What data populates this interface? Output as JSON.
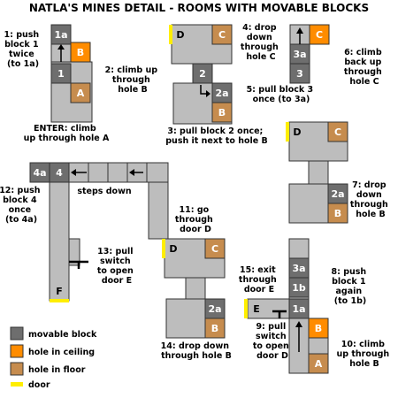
{
  "title": "NATLA'S MINES DETAIL - ROOMS WITH MOVABLE BLOCKS",
  "colors": {
    "room": "#bdbdbd",
    "movable_block": "#6e6e6e",
    "hole_in_ceiling": "#ff8c00",
    "hole_in_floor": "#c68c4e",
    "door": "#ffee00"
  },
  "cells": {
    "r1_1a": "1a",
    "r1_1": "1",
    "r1_B": "B",
    "r1_A": "A",
    "r2_D": "D",
    "r2_C": "C",
    "r2_2": "2",
    "r2_2a": "2a",
    "r2_B": "B",
    "r3_3a": "3a",
    "r3_3": "3",
    "r3_C": "C",
    "r4_4a": "4a",
    "r4_4": "4",
    "r4_F": "F",
    "r5_D": "D",
    "r5_C": "C",
    "r5_2a": "2a",
    "r5_B": "B",
    "r6_D": "D",
    "r6_C": "C",
    "r6_2a": "2a",
    "r6_B": "B",
    "r7_3a": "3a",
    "r7_1b": "1b",
    "r7_1a": "1a",
    "r7_E": "E",
    "r7_B": "B",
    "r7_A": "A"
  },
  "annotations": {
    "n1": [
      "1: push",
      "block 1",
      "twice",
      "(to 1a)"
    ],
    "n2": [
      "2: climb up",
      "through",
      "hole B"
    ],
    "enter": [
      "ENTER: climb",
      "up through hole A"
    ],
    "n3": [
      "3: pull block 2 once;",
      "push it next to hole B"
    ],
    "n4": [
      "4: drop",
      "down",
      "through",
      "hole C"
    ],
    "n5": [
      "5: pull block 3",
      "once (to 3a)"
    ],
    "n6": [
      "6: climb",
      "back up",
      "through",
      "hole C"
    ],
    "n7": [
      "7: drop",
      "down",
      "through",
      "hole B"
    ],
    "n8": [
      "8: push",
      "block 1",
      "again",
      "(to 1b)"
    ],
    "n9": [
      "9: pull",
      "switch",
      "to open",
      "door D"
    ],
    "n10": [
      "10: climb",
      "up through",
      "hole B"
    ],
    "n11": [
      "11: go",
      "through",
      "door D"
    ],
    "n12": [
      "12: push",
      "block 4",
      "once",
      "(to 4a)"
    ],
    "n13": [
      "13: pull",
      "switch",
      "to open",
      "door E"
    ],
    "n14": [
      "14: drop down",
      "through hole B"
    ],
    "n15": [
      "15: exit",
      "through",
      "door E"
    ],
    "steps": "steps down"
  },
  "legend": [
    {
      "label": "movable block",
      "color": "#6e6e6e"
    },
    {
      "label": "hole in ceiling",
      "color": "#ff8c00"
    },
    {
      "label": "hole in floor",
      "color": "#c68c4e"
    },
    {
      "label": "door",
      "color": "#ffee00"
    }
  ]
}
